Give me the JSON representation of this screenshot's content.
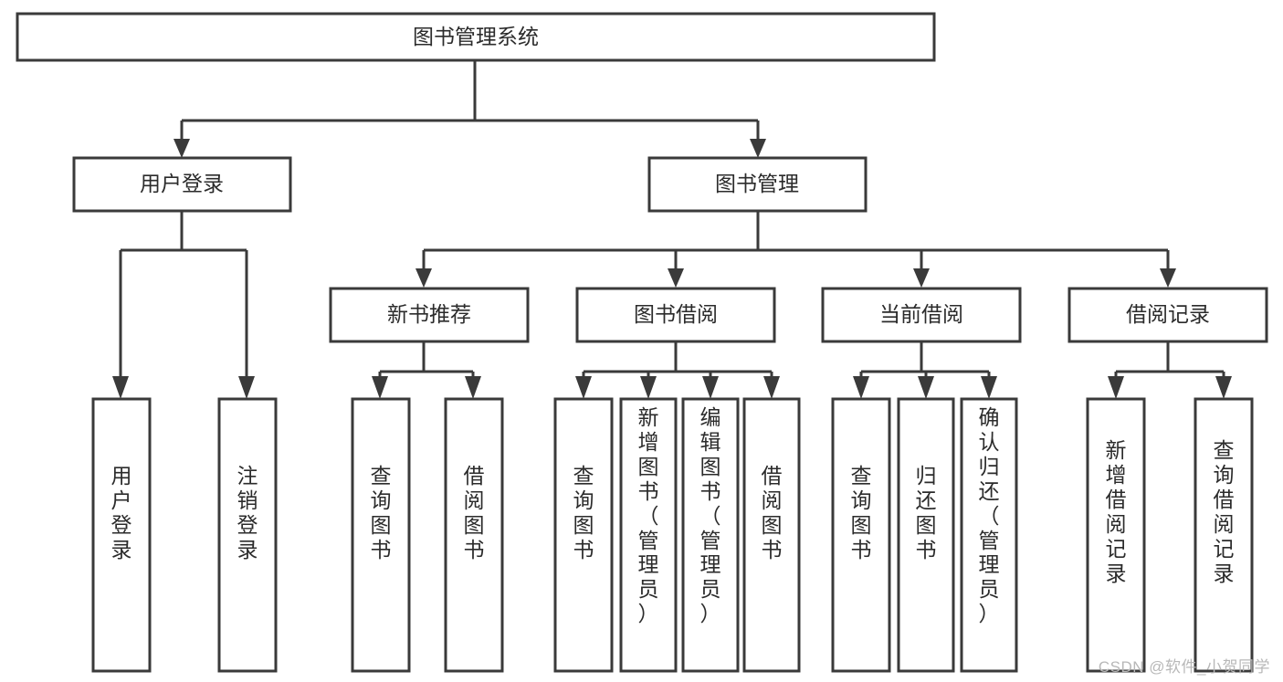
{
  "diagram": {
    "type": "tree",
    "title": "图书管理系统",
    "orientation": "top-down",
    "background_color": "#ffffff",
    "line_color": "#3a3a3a",
    "text_color": "#2b2b2b"
  },
  "nodes": {
    "root": {
      "label": "图书管理系统",
      "level": 1,
      "orientation": "horizontal"
    },
    "l2": [
      {
        "id": "user-login",
        "label": "用户登录",
        "level": 2,
        "orientation": "horizontal"
      },
      {
        "id": "book-manage",
        "label": "图书管理",
        "level": 2,
        "orientation": "horizontal"
      }
    ],
    "l3": [
      {
        "id": "new-book-recommend",
        "label": "新书推荐",
        "level": 3,
        "orientation": "horizontal"
      },
      {
        "id": "book-borrow",
        "label": "图书借阅",
        "level": 3,
        "orientation": "horizontal"
      },
      {
        "id": "current-borrow",
        "label": "当前借阅",
        "level": 3,
        "orientation": "horizontal"
      },
      {
        "id": "borrow-record",
        "label": "借阅记录",
        "level": 3,
        "orientation": "horizontal"
      }
    ],
    "leaves": {
      "user_login_children": [
        {
          "id": "leaf-user-login",
          "label": "用户登录",
          "align": "middle"
        },
        {
          "id": "leaf-logout",
          "label": "注销登录",
          "align": "middle"
        }
      ],
      "new_book_recommend_children": [
        {
          "id": "leaf-query-book-1",
          "label": "查询图书",
          "align": "middle"
        },
        {
          "id": "leaf-borrow-book-1",
          "label": "借阅图书",
          "align": "middle"
        }
      ],
      "book_borrow_children": [
        {
          "id": "leaf-query-book-2",
          "label": "查询图书",
          "align": "middle"
        },
        {
          "id": "leaf-add-book",
          "label": "新增图书（管理员）",
          "align": "top"
        },
        {
          "id": "leaf-edit-book",
          "label": "编辑图书（管理员）",
          "align": "top"
        },
        {
          "id": "leaf-borrow-book-2",
          "label": "借阅图书",
          "align": "middle"
        }
      ],
      "current_borrow_children": [
        {
          "id": "leaf-query-book-3",
          "label": "查询图书",
          "align": "middle"
        },
        {
          "id": "leaf-return-book",
          "label": "归还图书",
          "align": "middle"
        },
        {
          "id": "leaf-confirm-return",
          "label": "确认归还（管理员）",
          "align": "top"
        }
      ],
      "borrow_record_children": [
        {
          "id": "leaf-add-record",
          "label": "新增借阅记录",
          "align": "middle"
        },
        {
          "id": "leaf-query-record",
          "label": "查询借阅记录",
          "align": "middle"
        }
      ]
    }
  },
  "watermark": {
    "text": "CSDN @软件_小贺同学"
  }
}
